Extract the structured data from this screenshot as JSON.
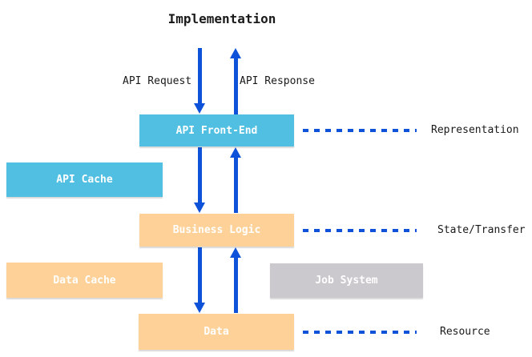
{
  "diagram": {
    "title": "Implementation",
    "colors": {
      "cyan": "#50BFE2",
      "peach": "#FDD198",
      "gray": "#CBC8CE",
      "blue": "#0D52D8",
      "ink": "#1a1a1a"
    },
    "arrow_labels": {
      "request": "API Request",
      "response": "API Response"
    },
    "nodes": {
      "api_front_end": "API Front-End",
      "api_cache": "API Cache",
      "business_logic": "Business Logic",
      "data_cache": "Data Cache",
      "job_system": "Job System",
      "data": "Data"
    },
    "layer_labels": {
      "representation": "Representation",
      "state_transfer": "State/Transfer",
      "resource": "Resource"
    }
  }
}
